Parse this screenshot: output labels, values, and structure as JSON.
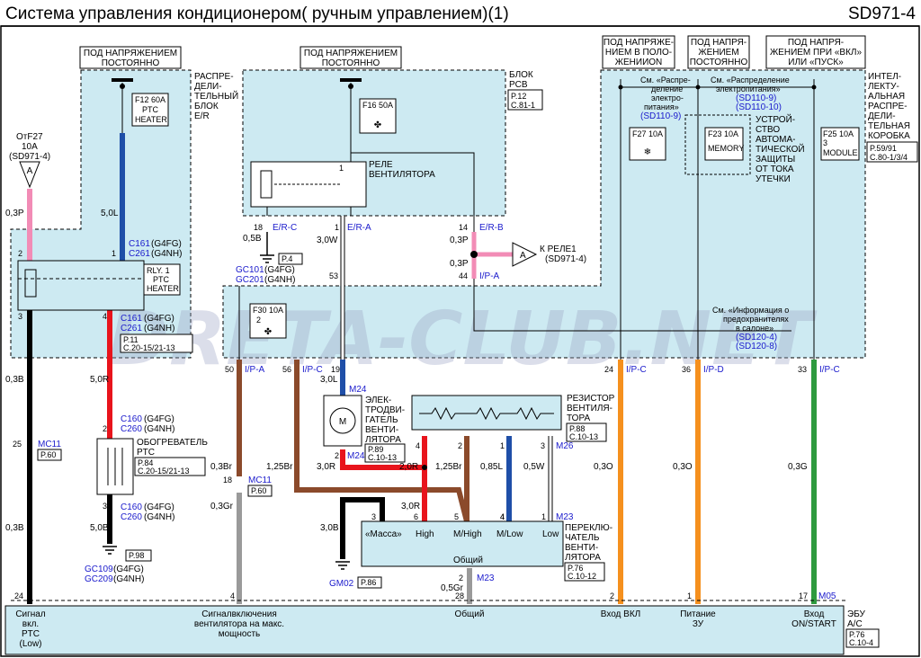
{
  "header": {
    "title": "Система управления кондиционером( ручным управлением)(1)",
    "code": "SD971-4"
  },
  "watermark": "DRETA-CLUB.NET",
  "colors": {
    "box_fill": "#cdeaf2",
    "pink": "#f28cb6",
    "blue": "#1f4fa8",
    "black": "#000000",
    "red": "#e8141c",
    "brown": "#8b4a2b",
    "gray": "#9a9a9a",
    "orange": "#f5901e",
    "green": "#2e9a3e",
    "white_wire": "#ffffff"
  },
  "power_labels": {
    "p1": [
      "ПОД НАПРЯЖЕНИЕМ",
      "ПОСТОЯННО"
    ],
    "p2": [
      "ПОД НАПРЯЖЕНИЕМ",
      "ПОСТОЯННО"
    ],
    "p3": [
      "ПОД НАПРЯЖЕ-",
      "НИЕМ В ПОЛО-",
      "ЖЕНИИON"
    ],
    "p4": [
      "ПОД НАПРЯ-",
      "ЖЕНИЕМ",
      "ПОСТОЯННО"
    ],
    "p5": [
      "ПОД НАПРЯ-",
      "ЖЕНИЕМ ПРИ «ВКЛ»",
      "ИЛИ «ПУСК»"
    ]
  },
  "blocks": {
    "ej_box": [
      "РАСПРЕ-",
      "ДЕЛИ-",
      "ТЕЛЬНЫЙ",
      "БЛОК",
      "E/R"
    ],
    "pcb": [
      "БЛОК",
      "PCB"
    ],
    "pcb_ref": [
      "P.12",
      "C.81-1"
    ],
    "intel": [
      "ИНТЕЛ-",
      "ЛЕКТУ-",
      "АЛЬНАЯ",
      "РАСПРЕ-",
      "ДЕЛИ-",
      "ТЕЛЬНАЯ",
      "КОРОБКА"
    ],
    "intel_ref": [
      "P.59/91",
      "C.80-1/3/4"
    ]
  },
  "fuses": {
    "f12": [
      "F12 60A",
      "PTC",
      "HEATER"
    ],
    "f16": "F16 50A",
    "f27": "F27 10A",
    "f23": [
      "F23 10A",
      "MEMORY"
    ],
    "f25": [
      "F25 10A",
      "3",
      "MODULE"
    ],
    "f30": [
      "F30 10A",
      "2"
    ]
  },
  "relay": {
    "fan": [
      "РЕЛЕ",
      "ВЕНТИЛЯТОРА"
    ],
    "rly1": [
      "RLY. 1",
      "PTC",
      "HEATER"
    ],
    "k_rele": [
      "К РЕЛЕ1",
      "(SD971-4)"
    ]
  },
  "notes": {
    "otf27": [
      "ОтF27",
      "10A",
      "(SD971-4)"
    ],
    "sm1": [
      "См. «Распре-",
      "деление",
      "электро-",
      "питания»"
    ],
    "sm1_ref": "(SD110-9)",
    "sm2": [
      "См. «Распределение",
      "электропитания»"
    ],
    "sm2_ref": [
      "(SD110-9)",
      "(SD110-10)"
    ],
    "auto": [
      "УСТРОЙ-",
      "СТВО",
      "АВТОМА-",
      "ТИЧЕСКОЙ",
      "ЗАЩИТЫ",
      "ОТ ТОКА",
      "УТЕЧКИ"
    ],
    "sm3": [
      "См. «Информация о",
      "предохранителях",
      "в салоне»"
    ],
    "sm3_ref": [
      "(SD120-4)",
      "(SD120-8)"
    ]
  },
  "wires": {
    "w03p": "0,3P",
    "w5l": "5,0L",
    "w03b_a": "0,3B",
    "w5r": "5,0R",
    "w5b": "5,0B",
    "w05b": "0,5B",
    "w3w": "3,0W",
    "w03p2": "0,3P",
    "w03p3": "0,3P",
    "w03br": "0,3Br",
    "w125br": "1,25Br",
    "w3l": "3,0L",
    "w3r": "3,0R",
    "w3b": "3,0B",
    "w03gr": "0,3Gr",
    "w2r": "2,0R",
    "w125br2": "1,25Br",
    "w085l": "0,85L",
    "w05w": "0,5W",
    "w3r2": "3,0R",
    "w05gr": "0,5Gr",
    "w03o": "0,3O",
    "w03o2": "0,3O",
    "w03g": "0,3G",
    "w03b_b": "0,3B"
  },
  "connectors": {
    "c161a": [
      "C161",
      "(G4FG)",
      "C261",
      "(G4NH)"
    ],
    "c161b": [
      "C161",
      "(G4FG)",
      "C261",
      "(G4NH)"
    ],
    "c160a": [
      "C160",
      "(G4FG)",
      "C260",
      "(G4NH)"
    ],
    "c160b": [
      "C160",
      "(G4FG)",
      "C260",
      "(G4NH)"
    ],
    "p11": [
      "P.11",
      "C.20-15/21-13"
    ],
    "p84": [
      "P.84",
      "C.20-15/21-13"
    ],
    "heater": [
      "ОБОГРЕВАТЕЛЬ",
      "PTC"
    ],
    "gc101": [
      "GC101",
      "(G4FG)",
      "GC201",
      "(G4NH)"
    ],
    "p4": "P.4",
    "gc109": [
      "GC109",
      "(G4FG)",
      "GC209",
      "(G4NH)"
    ],
    "p98": "P.98",
    "mc11a": "MC11",
    "p60a": "P.60",
    "mc11b": "MC11",
    "p60b": "P.60",
    "motor": [
      "ЭЛЕК-",
      "ТРОДВИ-",
      "ГАТЕЛЬ",
      "ВЕНТИ-",
      "ЛЯТОРА"
    ],
    "m24": "M24",
    "m24b": "M24",
    "p89": [
      "P.89",
      "C.10-13"
    ],
    "resistor": [
      "РЕЗИСТОР",
      "ВЕНТИЛЯ-",
      "ТОРА"
    ],
    "p88": [
      "P.88",
      "C.10-13"
    ],
    "m26": "M26",
    "switch": [
      "ПЕРЕКЛЮ-",
      "ЧАТЕЛЬ",
      "ВЕНТИ-",
      "ЛЯТОРА"
    ],
    "p76": [
      "P.76",
      "C.10-12"
    ],
    "m23": "M23",
    "m23b": "M23",
    "sw_pos": [
      "«Масса»",
      "High",
      "M/High",
      "M/Low",
      "Low"
    ],
    "common": "Общий",
    "gm02": "GM02",
    "p86": "P.86",
    "m05": "M05",
    "er_c": "E/R-C",
    "er_a": "E/R-A",
    "er_b": "E/R-B",
    "ip_a": "I/P-A",
    "ip_c": "I/P-C",
    "ip_a2": "I/P-A",
    "ip_c2": "I/P-C",
    "ip_d": "I/P-D",
    "ip_c3": "I/P-C"
  },
  "pins": [
    "2",
    "1",
    "3",
    "4",
    "2",
    "3",
    "1",
    "18",
    "1",
    "14",
    "53",
    "44",
    "50",
    "56",
    "19",
    "1",
    "2",
    "24",
    "36",
    "33",
    "4",
    "2",
    "1",
    "3",
    "4",
    "5",
    "4",
    "1",
    "6",
    "3",
    "2",
    "28",
    "24",
    "4",
    "2",
    "1",
    "17",
    "25",
    "18"
  ],
  "ecu": {
    "name": [
      "ЭБУ",
      "A/C"
    ],
    "ref": [
      "P.76",
      "C.10-4"
    ],
    "pins": [
      {
        "pin": "24",
        "label": [
          "Сигнал",
          "вкл.",
          "PTC",
          "(Low)"
        ]
      },
      {
        "pin": "4",
        "label": [
          "Сигналвключения",
          "вентилятора на макс.",
          "мощность"
        ]
      },
      {
        "pin": "28",
        "label": [
          "Общий"
        ]
      },
      {
        "pin": "2",
        "label": [
          "Вход ВКЛ"
        ]
      },
      {
        "pin": "1",
        "label": [
          "Питание",
          "ЗУ"
        ]
      },
      {
        "pin": "17",
        "label": [
          "Вход",
          "ON/START"
        ]
      }
    ]
  }
}
